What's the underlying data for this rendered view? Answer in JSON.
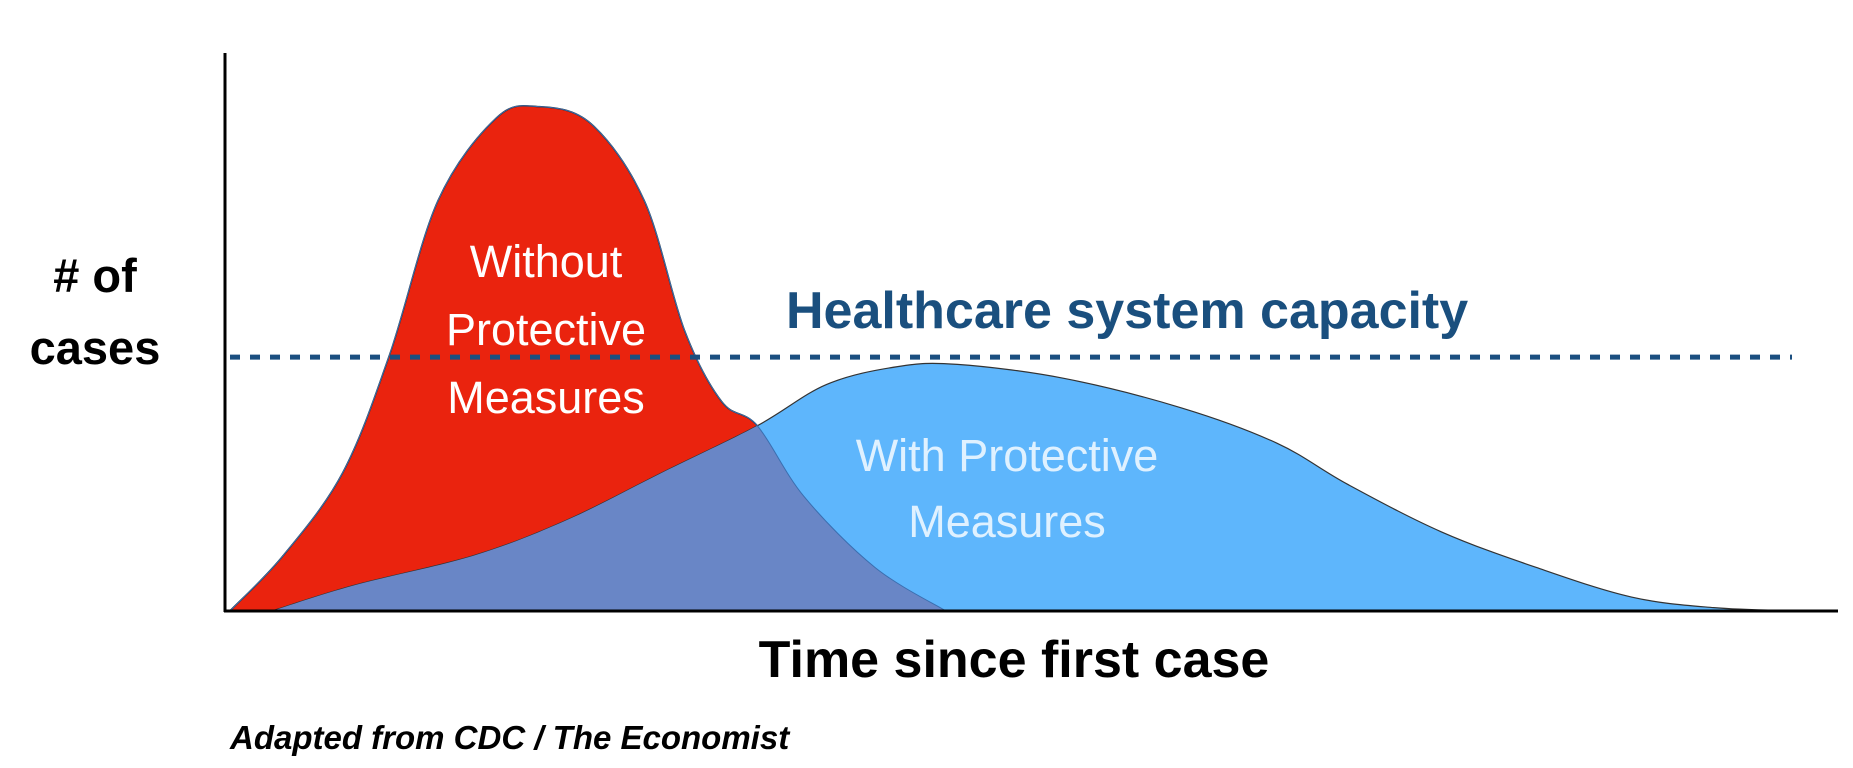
{
  "chart_data": {
    "type": "area",
    "title": "",
    "xlabel": "Time since first case",
    "ylabel": "# of cases",
    "ylabel_lines": [
      "# of",
      "cases"
    ],
    "xlim": [
      0,
      100
    ],
    "ylim": [
      0,
      100
    ],
    "grid": false,
    "series": [
      {
        "name": "Without Protective Measures",
        "label_lines": [
          "Without",
          "Protective",
          "Measures"
        ],
        "color": "#EA230E",
        "x": [
          0.3,
          3.6,
          7.3,
          10.2,
          13.2,
          16.8,
          19.4,
          22.7,
          26.0,
          28.5,
          30.8,
          33.0,
          35.9,
          40.3,
          44.7
        ],
        "y": [
          0,
          9.9,
          24.8,
          45.9,
          73.5,
          88.3,
          90.4,
          87.3,
          73.5,
          50.2,
          37.5,
          33.2,
          20.5,
          7.8,
          0
        ]
      },
      {
        "name": "With Protective Measures",
        "label_lines": [
          "With Protective",
          "Measures"
        ],
        "color": "#5EB6FC",
        "x": [
          2.9,
          8.0,
          15.4,
          21.2,
          27.1,
          33.0,
          37.3,
          41.7,
          45.4,
          52.0,
          59.3,
          65.2,
          69.6,
          75.4,
          81.3,
          87.2,
          92.3,
          97.4
        ],
        "y": [
          0,
          4.6,
          9.9,
          16.3,
          24.8,
          33.2,
          40.6,
          43.8,
          44.2,
          41.7,
          36.4,
          30.1,
          22.7,
          14.2,
          7.8,
          2.5,
          0.6,
          0
        ]
      }
    ],
    "overlap_color": "#6986C6",
    "capacity": {
      "label": "Healthcare system capacity",
      "value": 45.5,
      "color": "#1B4F80"
    },
    "source": "Adapted from CDC / The Economist"
  }
}
